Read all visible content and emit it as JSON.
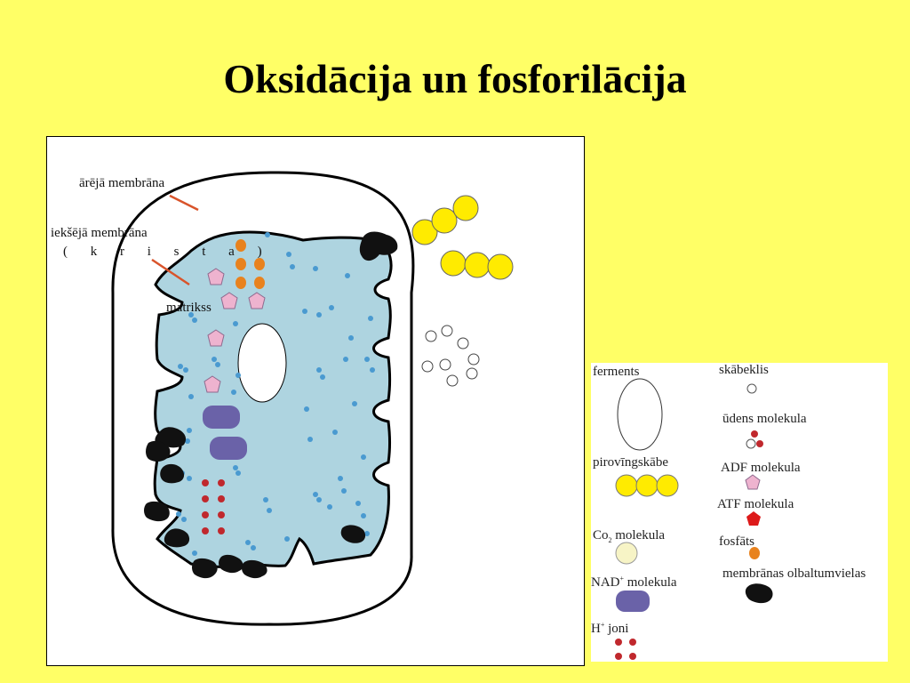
{
  "title": "Oksidācija  un fosforilācija",
  "labels": {
    "outer_membrane": "ārējā membrāna",
    "inner_membrane": "iekšējā membrāna",
    "krista": "( k r i s t a )",
    "matrix": "matrikss"
  },
  "legend": {
    "enzyme": "ferments",
    "pyruvic_acid": "pirovīngskābe",
    "co2": {
      "base": "Co",
      "sub": "2",
      "rest": " molekula"
    },
    "nad": {
      "base": "NAD",
      "sup": "+",
      "rest": " molekula"
    },
    "h_ions": {
      "base": "H",
      "sup": "+",
      "rest": " joni"
    },
    "oxygen": "skābeklis",
    "water": "ūdens molekula",
    "adp": "ADF molekula",
    "atp": "ATF molekula",
    "phosphate": "fosfāts",
    "membrane_proteins": "membrānas olbaltumvielas"
  },
  "colors": {
    "background": "#FFFF66",
    "matrix": "#AED4E0",
    "pyruvic": "#FFEB00",
    "phosphate": "#E8821E",
    "adp": "#EEB3CF",
    "atp": "#DD1A1A",
    "nad": "#6A62A8",
    "h_ion": "#C0282D",
    "co2": "#F7F4C6",
    "pointer": "#D9542B"
  }
}
